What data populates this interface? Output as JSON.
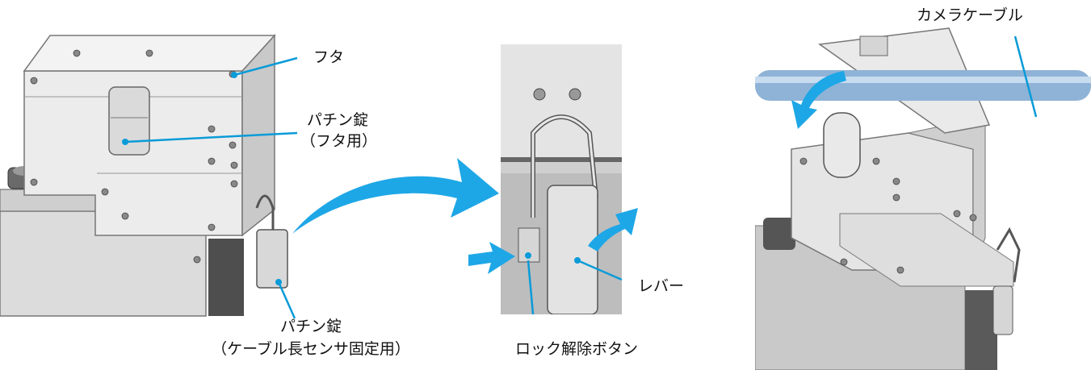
{
  "labels": {
    "lid": "フタ",
    "latch_lid_line1": "パチン錠",
    "latch_lid_line2": "（フタ用）",
    "latch_sensor_line1": "パチン錠",
    "latch_sensor_line2": "（ケーブル長センサ固定用）",
    "lever": "レバー",
    "unlock_button": "ロック解除ボタン",
    "camera_cable": "カメラケーブル"
  },
  "colors": {
    "callout_blue": "#0a9bd8",
    "arrow_blue": "#1ea7e6",
    "metal_light": "#e6e6e6",
    "metal_mid": "#bdbdbd",
    "metal_dark": "#5e5e5e",
    "cable": "#8fb3d6"
  },
  "icons": [
    "curved-arrow-right-icon",
    "small-arrow-right-icon",
    "curved-arrow-up-icon",
    "rotate-arrow-icon"
  ]
}
